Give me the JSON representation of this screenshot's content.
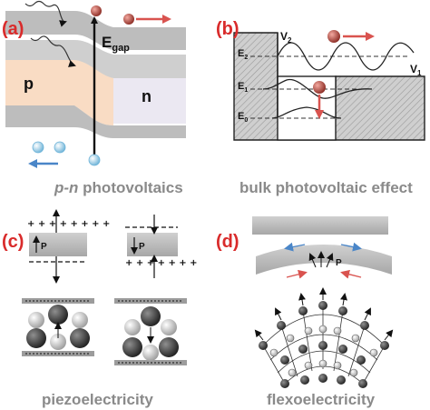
{
  "panels": {
    "a": {
      "tag": "(a)",
      "caption_italic": "p-n",
      "caption_rest": " photovoltaics",
      "gap_label_main": "E",
      "gap_label_sub": "gap",
      "p_label": "p",
      "n_label": "n"
    },
    "b": {
      "tag": "(b)",
      "caption": "bulk photovoltaic effect",
      "v2_main": "V",
      "v2_sub": "2",
      "v1_main": "V",
      "v1_sub": "1",
      "e2_main": "E",
      "e2_sub": "2",
      "e1_main": "E",
      "e1_sub": "1",
      "e0_main": "E",
      "e0_sub": "0"
    },
    "c": {
      "tag": "(c)",
      "caption": "piezoelectricity",
      "plus_row": "+ + + + + + + +",
      "plus_row_short": "+ + + + + + +",
      "p_label": "P"
    },
    "d": {
      "tag": "(d)",
      "caption": "flexoelectricity",
      "p_label": "P"
    }
  },
  "colors": {
    "tag_red": "#d92b2b",
    "caption_gray": "#8a8a8a",
    "band_gray": "#b9b9b9",
    "p_region": "#f9dcc4",
    "n_region": "#ebe8f2",
    "arrow_red": "#d9534f",
    "arrow_blue": "#4a86c8"
  }
}
